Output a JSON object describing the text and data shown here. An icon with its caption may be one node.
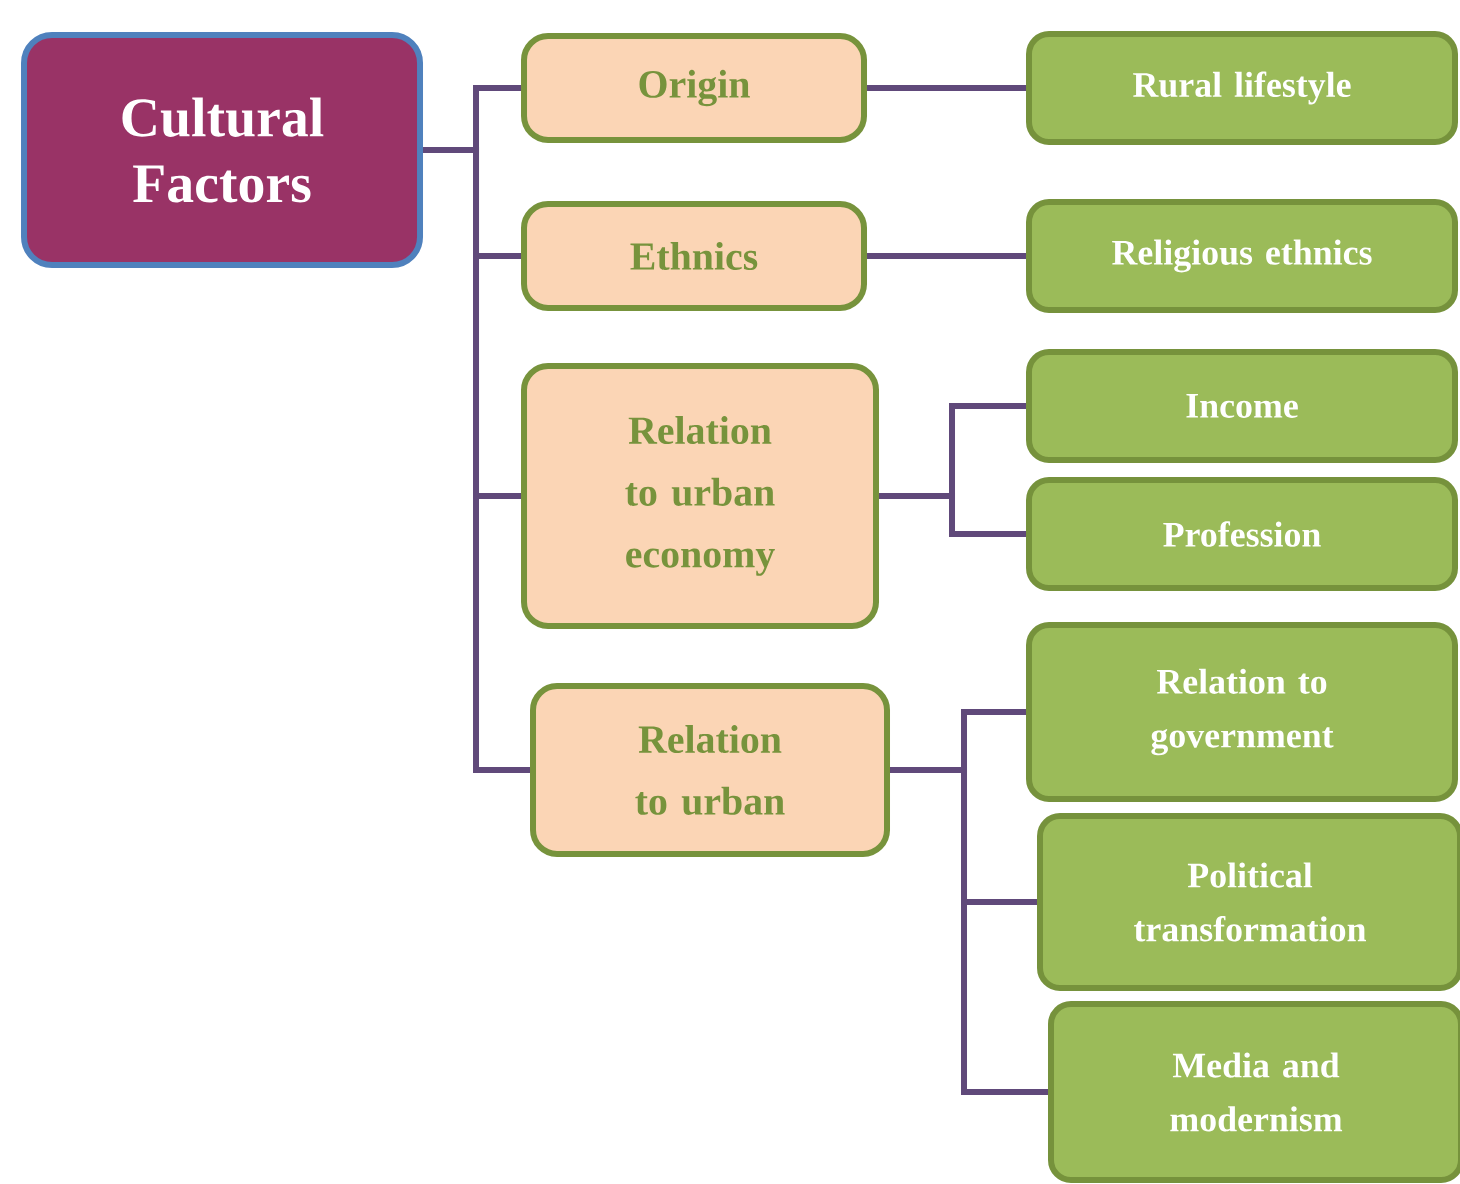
{
  "diagram": {
    "nodes": [
      {
        "text": [
          "Cultural Factors"
        ]
      },
      {
        "text": [
          "Origin"
        ]
      },
      {
        "text": [
          "Rural lifestyle"
        ]
      },
      {
        "text": [
          "Ethnics"
        ]
      },
      {
        "text": [
          "Religious ethnics"
        ]
      },
      {
        "text": [
          "Relation to urban economy"
        ]
      },
      {
        "text": [
          "Income"
        ]
      },
      {
        "text": [
          "Profession"
        ]
      },
      {
        "text": [
          "Relation to urban"
        ]
      },
      {
        "text": [
          "Relation to government"
        ]
      },
      {
        "text": [
          "Political transformation"
        ]
      },
      {
        "text": [
          "Media and modernism"
        ]
      }
    ],
    "edges": [
      {
        "from": 0,
        "to": 1,
        "arrow": "none"
      },
      {
        "from": 0,
        "to": 3,
        "arrow": "none"
      },
      {
        "from": 0,
        "to": 5,
        "arrow": "none"
      },
      {
        "from": 0,
        "to": 8,
        "arrow": "none"
      },
      {
        "from": 1,
        "to": 2,
        "arrow": "none"
      },
      {
        "from": 3,
        "to": 4,
        "arrow": "none"
      },
      {
        "from": 5,
        "to": 6,
        "arrow": "none"
      },
      {
        "from": 5,
        "to": 7,
        "arrow": "none"
      },
      {
        "from": 8,
        "to": 9,
        "arrow": "none"
      },
      {
        "from": 8,
        "to": 10,
        "arrow": "none"
      },
      {
        "from": 8,
        "to": 11,
        "arrow": "none"
      }
    ]
  }
}
